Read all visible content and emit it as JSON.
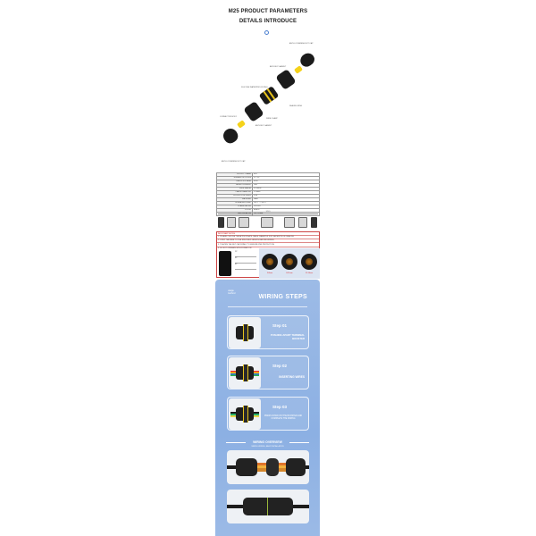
{
  "header": {
    "title_line1": "M25 PRODUCT PARAMETERS",
    "title_line2": "DETAILS INTRODUCE",
    "icon": "circle-info-icon"
  },
  "exploded_view": {
    "callouts": [
      "ANTI-LOOSENING NUT CAP",
      "ANTI-SLIP GASKET",
      "SILICONE WATERPROOF RING",
      "SEALING RING",
      "CONNECTOR BODY",
      "WIRE CLAMP",
      "ANTI-SLIP GASKET",
      "ANTI-LOOSENING NUT CAP"
    ]
  },
  "param_table": {
    "rows": [
      [
        "PRODUCT NAME",
        "M25"
      ],
      [
        "NUMBER OF POLES",
        "2P / 3P"
      ],
      [
        "RATED VOLTAGE",
        "450V"
      ],
      [
        "RATED CURRENT",
        "24A"
      ],
      [
        "WIRE RANGE",
        "0.5-4mm²"
      ],
      [
        "CABLE DIAMETER",
        "5-14mm"
      ],
      [
        "PROTECTION LEVEL",
        "IP68"
      ],
      [
        "MATERIAL",
        "PA66"
      ],
      [
        "OPERATING TEMP.",
        "-40°C ~ +105°C"
      ],
      [
        "FLAME RATING",
        "UL94V-0"
      ],
      [
        "COLOR",
        "BLACK"
      ],
      [
        "CERTIFICATION",
        "CE / ROHS"
      ]
    ]
  },
  "dimensions": {
    "total_label": "125.5",
    "parts": [
      "cap",
      "body",
      "nut",
      "center",
      "nut",
      "body",
      "cap"
    ]
  },
  "spec_notes": {
    "heading": "IMPORTANT NOTES",
    "lines": [
      "1. PLEASE CHOOSE THE APPROPRIATE CABLE DIAMETER FOR WATERPROOF SEALING",
      "2. STRIP THE WIRE TO THE SPECIFIED LENGTH BEFORE WIRING",
      "3. TIGHTEN THE NUT CAP FIRMLY TO ENSURE IP68 PROTECTION",
      "4. DO NOT OPERATE WITH POWER ON"
    ],
    "mini_table": [
      "2P",
      "3P",
      "4P"
    ],
    "ring_labels": [
      "5-8mm",
      "8-11mm",
      "11-14mm"
    ]
  },
  "wiring": {
    "brand_line1": "usage",
    "brand_line2": "method",
    "title": "WIRING STEPS",
    "steps": [
      {
        "num": "Step 01",
        "desc": "PUSHING APART TERMINAL BOOSTER"
      },
      {
        "num": "Step 02",
        "desc": "INSERTING WIRES"
      },
      {
        "num": "Step 03",
        "desc": "PRESS DOWN ON THE BOOSTER AND COMPLETE THE WIRING"
      }
    ],
    "overview_title": "WIRING OVERVIEW",
    "overview_sub": "SIMPLE WIRING, EASY INSTALLATION"
  },
  "colors": {
    "panel_blue": "#8cb0e3",
    "accent_yellow": "#f5d21a",
    "note_red": "#cc2222"
  }
}
